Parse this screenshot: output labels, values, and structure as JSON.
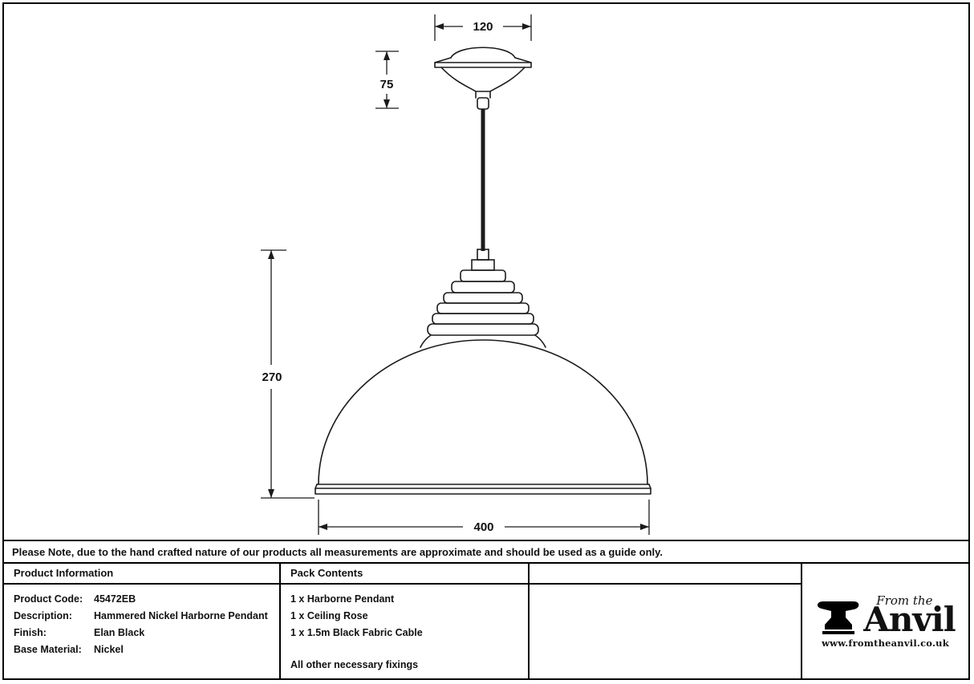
{
  "colors": {
    "ink": "#1b1b1b",
    "background": "#ffffff"
  },
  "drawing": {
    "dimensions": {
      "rose_width": "120",
      "rose_height": "75",
      "shade_height": "270",
      "shade_width": "400"
    }
  },
  "note": "Please Note, due to the hand crafted nature of our products all measurements are approximate and should be used as a guide only.",
  "product_info": {
    "header": "Product Information",
    "rows": [
      {
        "label": "Product Code:",
        "value": "45472EB"
      },
      {
        "label": "Description:",
        "value": "Hammered Nickel Harborne Pendant"
      },
      {
        "label": "Finish:",
        "value": "Elan Black"
      },
      {
        "label": "Base Material:",
        "value": "Nickel"
      }
    ]
  },
  "pack_contents": {
    "header": "Pack Contents",
    "items": [
      "1 x Harborne Pendant",
      "1 x Ceiling Rose",
      "1 x 1.5m Black Fabric Cable"
    ],
    "footer": "All other necessary fixings"
  },
  "logo": {
    "tagline": "From the",
    "name": "Anvil",
    "website": "www.fromtheanvil.co.uk"
  }
}
